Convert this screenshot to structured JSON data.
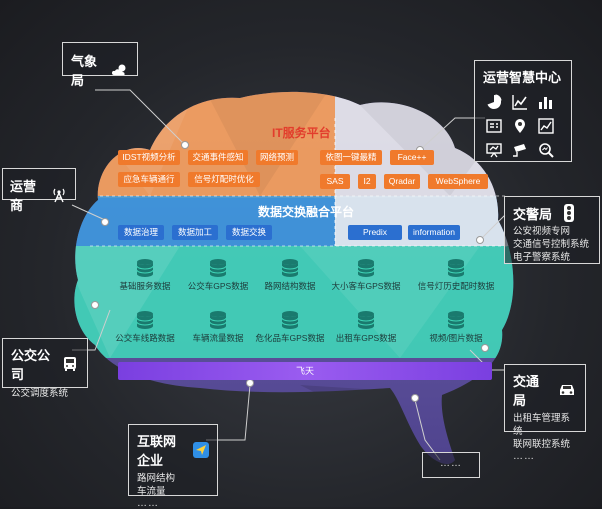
{
  "colors": {
    "it_platform": "#f5a05a",
    "exchange_platform": "#2b8fd8",
    "data_layer": "#3fd6b8",
    "feitian_bar": "#8a4fe8",
    "orange_tag": "#f07a2c",
    "blue_tag": "#2b6fd0"
  },
  "callouts": {
    "weather": {
      "title": "气象局",
      "icon": "cloud-sun-icon"
    },
    "operator": {
      "title": "运营商",
      "icon": "signal-tower-icon"
    },
    "bus_company": {
      "title": "公交公司",
      "icon": "bus-icon",
      "lines": [
        "公交调度系统"
      ]
    },
    "internet_company": {
      "title": "互联网企业",
      "icon": "navigation-icon",
      "lines": [
        "路网结构",
        "车流量"
      ],
      "dots": "……"
    },
    "ops_center": {
      "title": "运营智慧中心",
      "icons": [
        "pie-chart-icon",
        "line-chart-icon",
        "bar-chart-icon",
        "report-icon",
        "location-pin-icon",
        "trend-chart-icon",
        "presentation-icon",
        "cctv-camera-icon",
        "search-chart-icon"
      ]
    },
    "traffic_police": {
      "title": "交警局",
      "icon": "traffic-light-icon",
      "lines": [
        "公安视频专网",
        "交通信号控制系统",
        "电子警察系统"
      ]
    },
    "transport_bureau": {
      "title": "交通局",
      "icon": "car-icon",
      "lines": [
        "出租车管理系统",
        "联网联控系统"
      ],
      "dots": "……"
    },
    "more": {
      "dots": "……"
    }
  },
  "it_platform": {
    "title": "IT服务平台",
    "tags_left": [
      "IDST视频分析",
      "交通事件感知",
      "网络预测",
      "应急车辆通行",
      "信号灯配时优化"
    ],
    "tags_right": [
      "依图一键最精",
      "Face++",
      "SAS",
      "I2",
      "Qradar",
      "WebSphere"
    ]
  },
  "exchange_platform": {
    "title": "数据交换融合平台",
    "tags_left": [
      "数据治理",
      "数据加工",
      "数据交换"
    ],
    "tags_right": [
      "Predix",
      "information"
    ]
  },
  "data_layer": {
    "row1": [
      "基础服务数据",
      "公交车GPS数据",
      "路网结构数据",
      "大小客车GPS数据",
      "信号灯历史配时数据"
    ],
    "row2": [
      "公交车线路数据",
      "车辆流量数据",
      "危化品车GPS数据",
      "出租车GPS数据",
      "视频/图片数据"
    ]
  },
  "feitian": {
    "label": "飞天"
  }
}
